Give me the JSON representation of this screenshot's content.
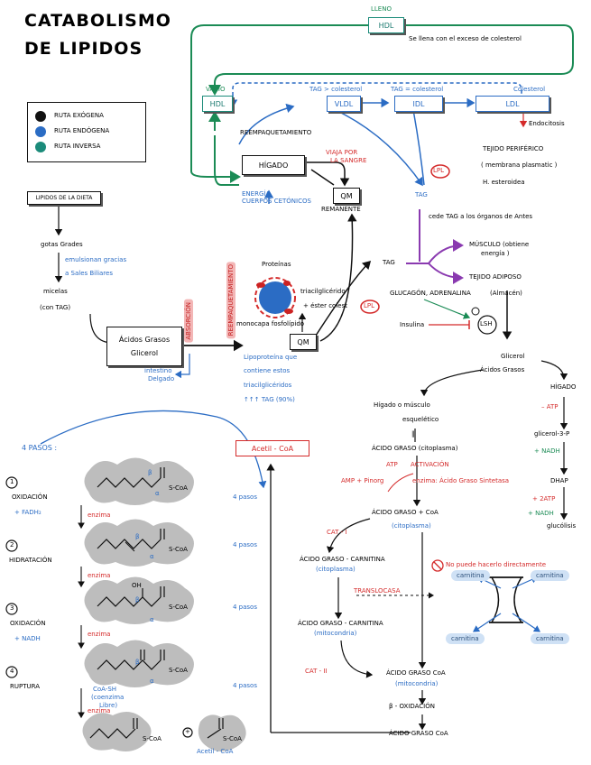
{
  "title": {
    "line1": "CATABOLISMO",
    "line2": "DE LIPIDOS"
  },
  "legend": [
    {
      "label": "RUTA EXÓGENA",
      "color": "#111111"
    },
    {
      "label": "RUTA ENDÓGENA",
      "color": "#2b6cc4"
    },
    {
      "label": "RUTA INVERSA",
      "color": "#1b8b7a"
    }
  ],
  "inverse": {
    "lleno": "LLENO",
    "hdl_full": "HDL",
    "note": "Se llena con el exceso de colesterol",
    "vacio": "VACIO",
    "hdl_empty": "HDL",
    "reempaquetamiento": "REEMPAQUETAMIENTO",
    "energia": "ENERGÍA",
    "cuerpos": "CUERPOS CETÓNICOS"
  },
  "endogenous": {
    "vldl_top": "TAG > colesterol",
    "vldl": "VLDL",
    "idl_top": "TAG = colesterol",
    "idl": "IDL",
    "ldl_top": "Colesterol",
    "ldl": "LDL",
    "endocitosis": "Endocitosis",
    "tejido": "TEJIDO PERIFÉRICO",
    "membrana": "( membrana plasmatic )",
    "hormonas": "H. esteroidea",
    "lpl": "LPL",
    "tag": "TAG",
    "cede": "cede TAG a los órganos de Antes"
  },
  "exogenous": {
    "higado": "HÍGADO",
    "viaja1": "VIAJA POR",
    "viaja2": "LA SANGRE",
    "qm": "QM",
    "remanente": "REMANENTE",
    "lipidos_dieta": "LIPIDOS DE LA DIETA",
    "gotas": "gotas Grades",
    "emul1": "emulsionan gracias",
    "emul2": "a Sales Biliares",
    "micelas": "micelas",
    "con_tag": "(con TAG)",
    "acidos": "Ácidos Grasos",
    "glicerol": "Glicerol",
    "absorcion": "ABSORCIÓN",
    "intestino1": "intestino",
    "intestino2": "Delgado",
    "reempaq": "REEMPAQUETAMIENTO",
    "proteinas": "Proteínas",
    "trig": "triacilglicérido",
    "ester": "+ éster colest",
    "monocapa": "monocapa fosfolípido",
    "qm2": "QM",
    "lipo1": "Lipoproteína que",
    "lipo2": "contiene estos",
    "lipo3": "triacilglicéridos",
    "lipo4": "↑↑↑ TAG (90%)"
  },
  "tissues": {
    "tag": "TAG",
    "musculo1": "MÚSCULO (obtiene",
    "musculo2": "energía )",
    "adiposo1": "TEJIDO ADIPOSO",
    "adiposo2": "(Almacén)",
    "glucagon": "GLUCAGÓN, ADRENALINA",
    "insulina": "Insulina",
    "lpl": "LPL",
    "lsh": "LSH",
    "glicerol": "Glicerol",
    "acidos": "Ácidos Grasos",
    "higado_musculo1": "Hígado o músculo",
    "higado_musculo2": "esquelético",
    "higado": "HÍGADO",
    "atp": "– ATP",
    "glicerol3p": "glicerol-3-P",
    "nadh1": "+ NADH",
    "dhap": "DHAP",
    "atp2": "+ 2ATP",
    "nadh2": "+ NADH",
    "glucolisis": "glucólisis"
  },
  "activation": {
    "eq": "‖",
    "ag_cito": "ÁCIDO GRASO (citoplasma)",
    "atp": "ATP",
    "activacion": "ACTIVACIÓN",
    "amp": "AMP + Pinorg",
    "enzima": "enzima: Ácido Graso Sintetasa",
    "agcoa1": "ÁCIDO GRASO + CoA",
    "agcoa2": "(citoplasma)",
    "cat1": "CAT - I",
    "nopuede": "No puede hacerlo directamente",
    "agc1": "ÁCIDO GRASO - CARNITINA",
    "agc2": "(citoplasma)",
    "translocasa": "TRANSLOCASA",
    "carnitina": "carnitina",
    "agc3": "ÁCIDO GRASO - CARNITINA",
    "agc4": "(mitocondria)",
    "cat2": "CAT - II",
    "agcoa3": "ÁCIDO GRASO  CoA",
    "agcoa4": "(mitocondria)",
    "beta": "β - OXIDACIÓN",
    "agcoa5": "ÁCIDO GRASO  CoA"
  },
  "beta_ox": {
    "pasos": "4 PASOS :",
    "acetil_box": "Acetil - CoA",
    "steps": [
      {
        "num": "1",
        "name": "OXIDACIÓN",
        "cof": "+ FADH₂",
        "enz": "enzima",
        "right": "4 pasos"
      },
      {
        "num": "2",
        "name": "HIDRATACIÓN",
        "cof": "",
        "enz": "enzima",
        "right": "4 pasos"
      },
      {
        "num": "3",
        "name": "OXIDACIÓN",
        "cof": "+ NADH",
        "enz": "enzima",
        "right": "4 pasos"
      },
      {
        "num": "4",
        "name": "RUPTURA",
        "cof": "",
        "enz": "enzima",
        "right": "4 pasos"
      }
    ],
    "scoa": "S-CoA",
    "oh": "OH",
    "coash1": "CoA-SH",
    "coash2": "(coenzima",
    "coash3": "Libre)",
    "acetil_label": "Acetil - CoA",
    "plus": "+",
    "beta": "β",
    "alpha": "α"
  }
}
